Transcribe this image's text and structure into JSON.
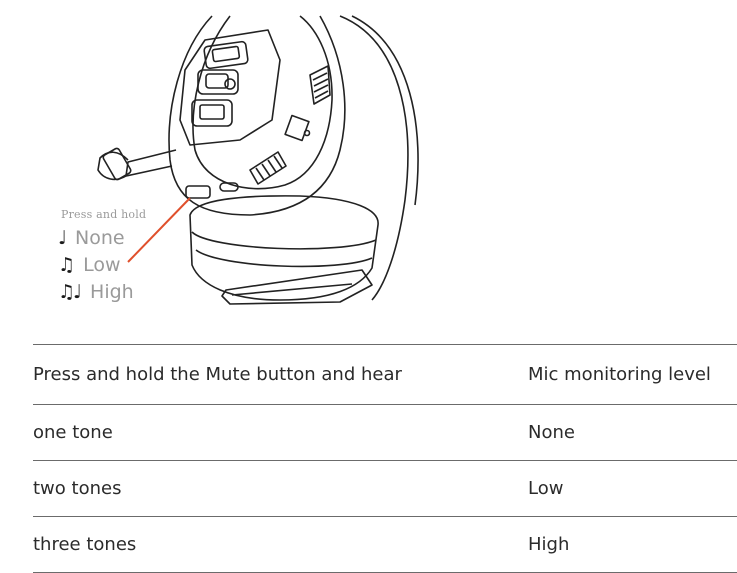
{
  "figure": {
    "callout_heading": "Press and hold",
    "levels": [
      {
        "notes": "♩",
        "label": "None"
      },
      {
        "notes": "♫",
        "label": "Low"
      },
      {
        "notes": "♫♩",
        "label": "High"
      }
    ],
    "pointer_color": "#e0502c"
  },
  "table": {
    "header": {
      "action": "Press and hold the Mute button and hear",
      "level": "Mic monitoring level"
    },
    "rows": [
      {
        "action": "one tone",
        "level": "None"
      },
      {
        "action": "two tones",
        "level": "Low"
      },
      {
        "action": "three tones",
        "level": "High"
      }
    ]
  }
}
